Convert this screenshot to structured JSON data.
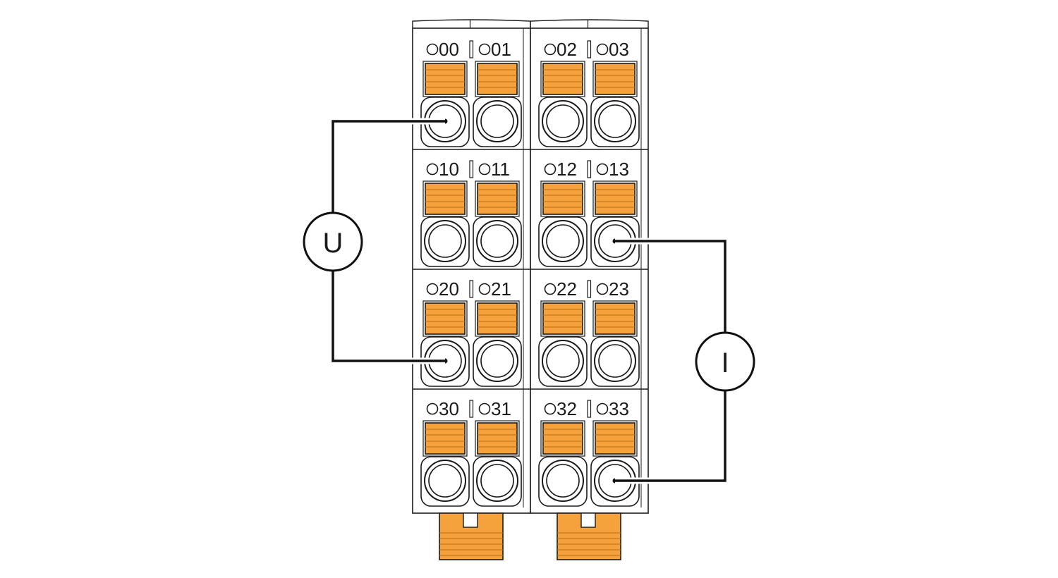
{
  "diagram": {
    "modules": [
      {
        "rows": [
          [
            "00",
            "01"
          ],
          [
            "10",
            "11"
          ],
          [
            "20",
            "21"
          ],
          [
            "30",
            "31"
          ]
        ]
      },
      {
        "rows": [
          [
            "02",
            "03"
          ],
          [
            "12",
            "13"
          ],
          [
            "22",
            "23"
          ],
          [
            "32",
            "33"
          ]
        ]
      }
    ],
    "voltmeter": {
      "label": "U",
      "connects": [
        "00",
        "20"
      ]
    },
    "ammeter": {
      "label": "I",
      "connects": [
        "13",
        "33"
      ]
    },
    "colors": {
      "lever": "#f5a23c",
      "outline": "#1a1a1a",
      "wire": "#111111",
      "housing": "#ffffff"
    }
  }
}
